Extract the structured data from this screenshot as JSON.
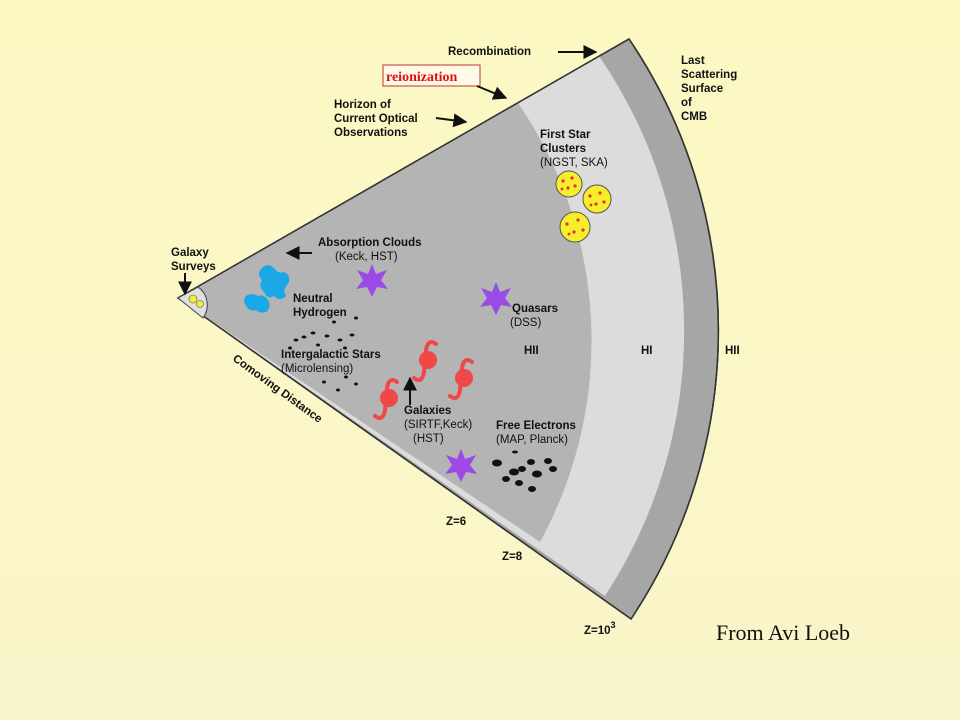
{
  "labels": {
    "recombination": "Recombination",
    "reionization": "reionization",
    "horizon": [
      "Horizon of",
      "Current Optical",
      "Observations"
    ],
    "last_scattering": [
      "Last",
      "Scattering",
      "Surface",
      "of",
      "CMB"
    ],
    "first_star": [
      "First Star",
      "Clusters"
    ],
    "first_star_sub": "(NGST, SKA)",
    "galaxy_surveys": [
      "Galaxy",
      "Surveys"
    ],
    "absorption": "Absorption Clouds",
    "absorption_sub": "(Keck, HST)",
    "neutral_hydrogen": [
      "Neutral",
      "Hydrogen"
    ],
    "quasars": "Quasars",
    "quasars_sub": "(DSS)",
    "intergalactic": "Intergalactic Stars",
    "intergalactic_sub": "(Microlensing)",
    "galaxies": "Galaxies",
    "galaxies_sub": [
      "(SIRTF,Keck)",
      "(HST)"
    ],
    "free_electrons": "Free Electrons",
    "free_electrons_sub": "(MAP, Planck)",
    "hii_inner": "HII",
    "hi": "HI",
    "hii_outer": "HII",
    "comoving": "Comoving Distance",
    "z6": "Z=6",
    "z8": "Z=8",
    "z1000_base": "Z=10",
    "z1000_exp": "3"
  },
  "credit": "From Avi Loeb",
  "colors": {
    "inner_region": "#b4b4b4",
    "outer_ring": "#dcdcdc",
    "cmb_band": "#a6a6a6",
    "reionization_text": "#e01010",
    "first_star_fill": "#f4ef2a",
    "first_star_dots": "#e43030",
    "quasar_star": "#9b4ae6",
    "neutral_hydrogen": "#1aa8e8",
    "galaxy_red": "#f04848"
  },
  "icons": [
    "arrow-icon",
    "star-cluster-icon",
    "quasar-star-icon",
    "galaxy-symbol-icon",
    "hydrogen-cloud-icon"
  ]
}
